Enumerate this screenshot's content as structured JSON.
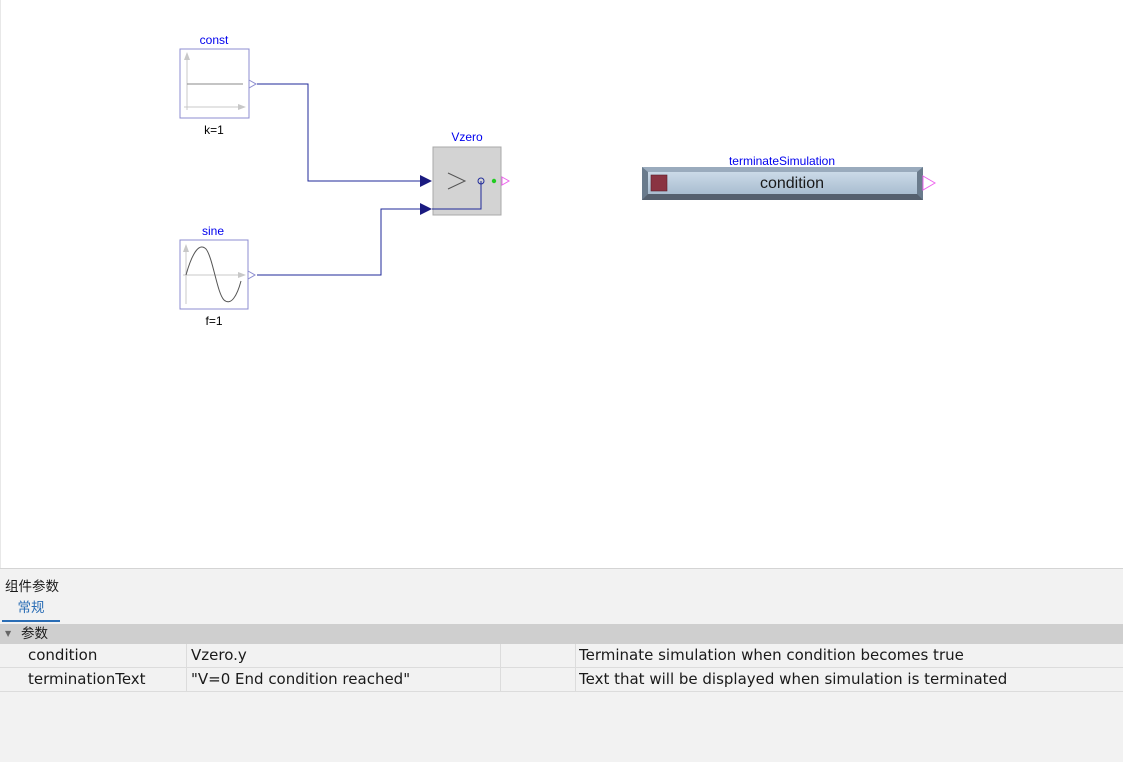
{
  "diagram": {
    "blocks": {
      "const": {
        "name": "const",
        "param": "k=1"
      },
      "sine": {
        "name": "sine",
        "param": "f=1"
      },
      "vzero": {
        "name": "Vzero"
      },
      "terminate": {
        "name": "terminateSimulation",
        "body_text": "condition"
      }
    },
    "colors": {
      "label_blue": "#0000ee",
      "connection": "#1f2a9a",
      "block_fill": "#d3d3d3",
      "terminate_body": "#b8cadb",
      "terminate_frame": "#6a7b8c",
      "stop_square": "#8a3342",
      "output_port": "#ee66ee"
    }
  },
  "panel": {
    "title": "组件参数",
    "tab_label": "常规",
    "group_label": "参数",
    "rows": [
      {
        "name": "condition",
        "value": "Vzero.y",
        "unit": "",
        "description": "Terminate simulation when condition becomes true"
      },
      {
        "name": "terminationText",
        "value": "\"V=0 End condition reached\"",
        "unit": "",
        "description": "Text that will be displayed when simulation is terminated"
      }
    ]
  }
}
